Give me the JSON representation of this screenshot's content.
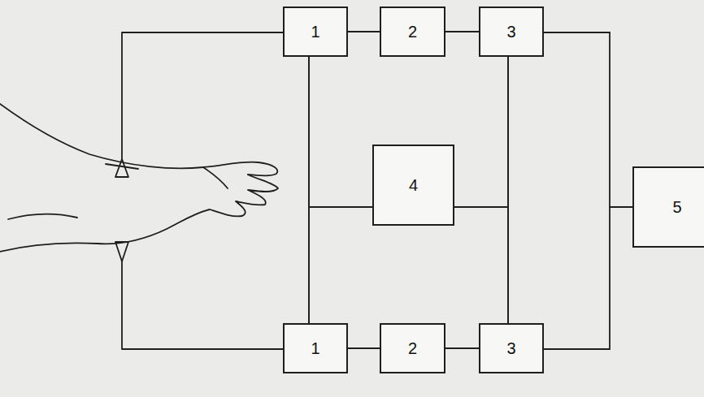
{
  "diagram": {
    "nodes": [
      {
        "text": [
          "1"
        ]
      },
      {
        "text": [
          "2"
        ]
      },
      {
        "text": [
          "3"
        ]
      },
      {
        "text": [
          "4"
        ]
      },
      {
        "text": [
          "5"
        ]
      },
      {
        "text": [
          "1"
        ]
      },
      {
        "text": [
          "2"
        ]
      },
      {
        "text": [
          "3"
        ]
      }
    ],
    "edges": [
      {
        "from": 0,
        "to": 1,
        "arrow": "none"
      },
      {
        "from": 1,
        "to": 2,
        "arrow": "none"
      },
      {
        "from": 2,
        "to": 4,
        "arrow": "none"
      },
      {
        "from": 5,
        "to": 6,
        "arrow": "none"
      },
      {
        "from": 6,
        "to": 7,
        "arrow": "none"
      },
      {
        "from": 7,
        "to": 4,
        "arrow": "none"
      },
      {
        "from": 0,
        "to": 5,
        "arrow": "none"
      },
      {
        "from": 2,
        "to": 7,
        "arrow": "none"
      },
      {
        "from": 3,
        "to": 0,
        "arrow": "none"
      },
      {
        "from": 3,
        "to": 5,
        "arrow": "none"
      },
      {
        "from": 3,
        "to": 2,
        "arrow": "none"
      },
      {
        "from": 3,
        "to": 7,
        "arrow": "none"
      }
    ]
  }
}
